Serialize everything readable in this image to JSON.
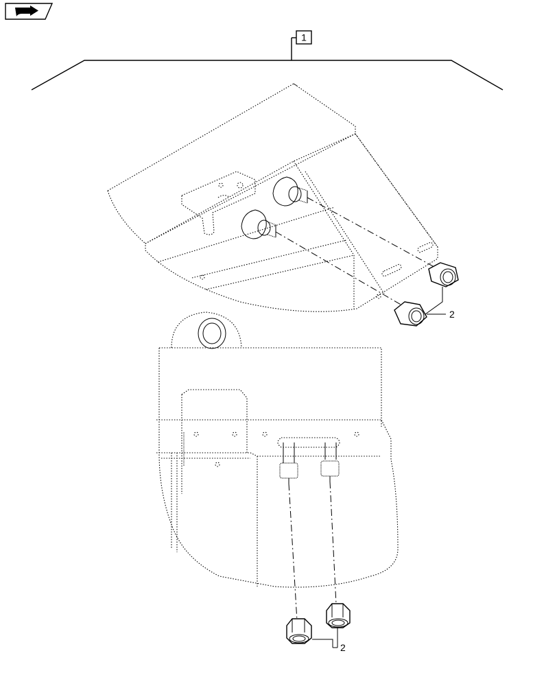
{
  "callouts": {
    "assembly": "1",
    "nuts_upper": "2",
    "nuts_lower": "2"
  },
  "icons": {
    "nav": "return-arrow-icon"
  }
}
